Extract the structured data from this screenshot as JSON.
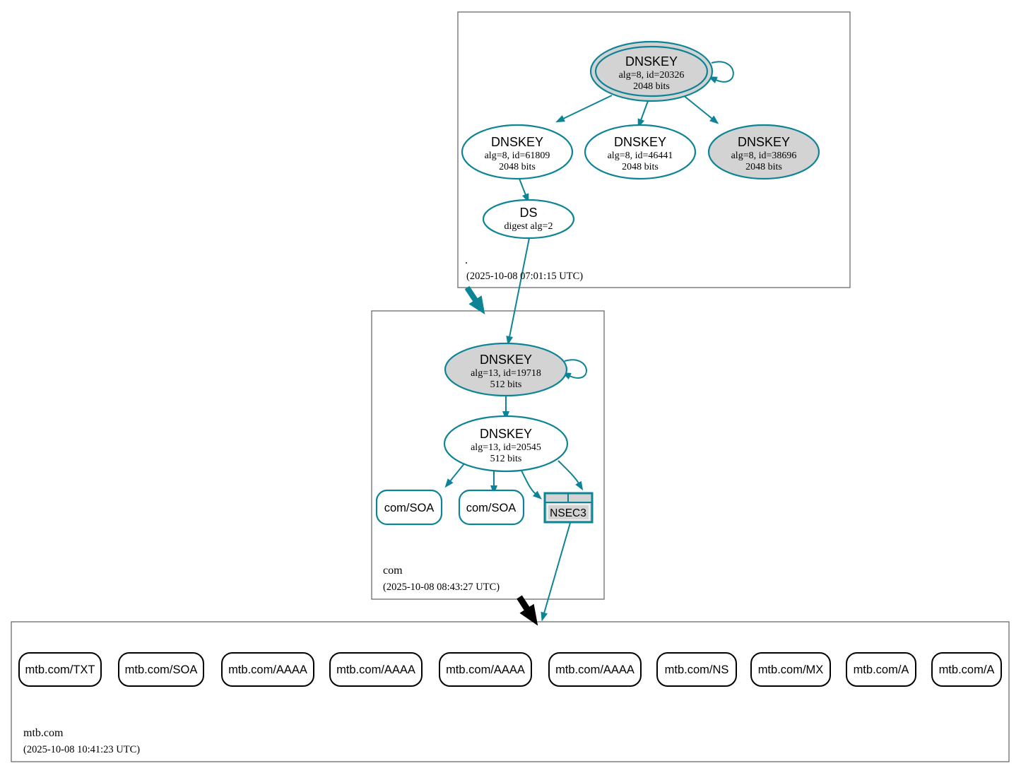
{
  "diagram_type": "dnssec-authentication-chain",
  "colors": {
    "teal": "#0d8496",
    "node_fill_gray": "#d3d3d3",
    "zone_border_gray": "#5f5f5f",
    "black": "#000000"
  },
  "zones": {
    "root": {
      "label": ".",
      "timestamp": "(2025-10-08 07:01:15 UTC)"
    },
    "com": {
      "label": "com",
      "timestamp": "(2025-10-08 08:43:27 UTC)"
    },
    "mtb": {
      "label": "mtb.com",
      "timestamp": "(2025-10-08 10:41:23 UTC)"
    }
  },
  "nodes": {
    "root_ksk": {
      "title": "DNSKEY",
      "alg": "alg=8, id=20326",
      "bits": "2048 bits"
    },
    "root_zsk1": {
      "title": "DNSKEY",
      "alg": "alg=8, id=61809",
      "bits": "2048 bits"
    },
    "root_zsk2": {
      "title": "DNSKEY",
      "alg": "alg=8, id=46441",
      "bits": "2048 bits"
    },
    "root_key3": {
      "title": "DNSKEY",
      "alg": "alg=8, id=38696",
      "bits": "2048 bits"
    },
    "root_ds": {
      "title": "DS",
      "digest": "digest alg=2"
    },
    "com_ksk": {
      "title": "DNSKEY",
      "alg": "alg=13, id=19718",
      "bits": "512 bits"
    },
    "com_zsk": {
      "title": "DNSKEY",
      "alg": "alg=13, id=20545",
      "bits": "512 bits"
    },
    "com_soa1": {
      "label": "com/SOA"
    },
    "com_soa2": {
      "label": "com/SOA"
    },
    "com_nsec3": {
      "label": "NSEC3"
    },
    "mtb_rrsets": [
      "mtb.com/TXT",
      "mtb.com/SOA",
      "mtb.com/AAAA",
      "mtb.com/AAAA",
      "mtb.com/AAAA",
      "mtb.com/AAAA",
      "mtb.com/NS",
      "mtb.com/MX",
      "mtb.com/A",
      "mtb.com/A"
    ]
  }
}
